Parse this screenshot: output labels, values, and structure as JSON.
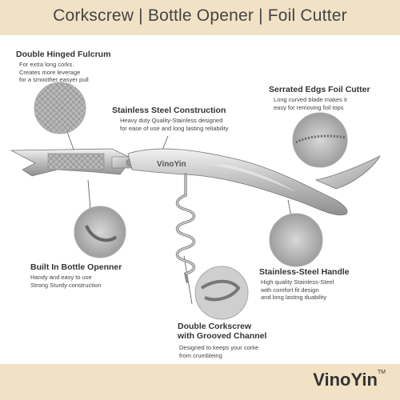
{
  "header": {
    "title": "Corkscrew | Bottle Opener | Foil Cutter"
  },
  "brand": {
    "name": "VinoYin",
    "trademark": "TM",
    "engraving": "VinoYin"
  },
  "features": [
    {
      "title": "Double Hinged Fulcrum",
      "desc": "For extra long corks.\nCreates more leverage\nfor a smoother easyer pull"
    },
    {
      "title": "Stainless Steel Construction",
      "desc": "Heavy duty Quality-Stainless designed\nfor ease of use and long lasting reliability"
    },
    {
      "title": "Serrated Edgs Foil Cutter",
      "desc": "Long curved blade makes it\neasy for removing foil tops"
    },
    {
      "title": "Built In Bottle Openner",
      "desc": "Handy and easy to use\nStrong Sturdy construction"
    },
    {
      "title": "Stainless-Steel Handle",
      "desc": "High quality Stainless-Steel\nwith comfort fit design\nand long lasting duability"
    },
    {
      "title": "Double Corkscrew\nwith Grooved Channel",
      "desc": "Designed to keeps your corke\nfrom crumbleing"
    }
  ],
  "colors": {
    "banner": "#f1e2c6",
    "steel": "#c9c9c9",
    "text": "#3a3a3a"
  }
}
